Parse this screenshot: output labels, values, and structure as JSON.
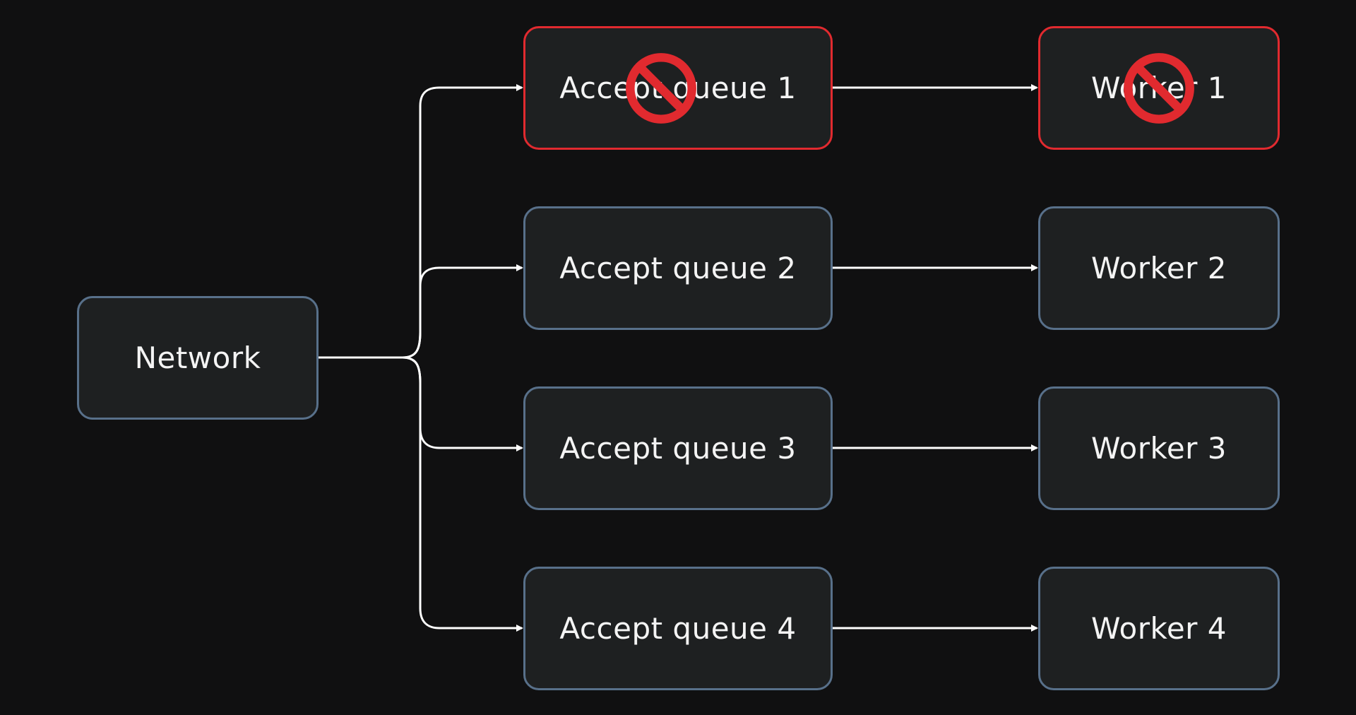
{
  "nodes": {
    "network": {
      "label": "Network"
    },
    "queues": [
      {
        "label": "Accept queue 1",
        "status": "blocked"
      },
      {
        "label": "Accept queue 2",
        "status": "normal"
      },
      {
        "label": "Accept queue 3",
        "status": "normal"
      },
      {
        "label": "Accept queue 4",
        "status": "normal"
      }
    ],
    "workers": [
      {
        "label": "Worker 1",
        "status": "blocked"
      },
      {
        "label": "Worker 2",
        "status": "normal"
      },
      {
        "label": "Worker 3",
        "status": "normal"
      },
      {
        "label": "Worker 4",
        "status": "normal"
      }
    ]
  },
  "icons": {
    "blocked": "prohibited-icon"
  },
  "colors": {
    "background": "#101011",
    "node_fill": "#1e2021",
    "node_border": "#58708a",
    "blocked_border": "#e12a2f",
    "blocked_icon": "#e12a2f",
    "connector": "#ffffff",
    "text": "#f4f4f4"
  }
}
